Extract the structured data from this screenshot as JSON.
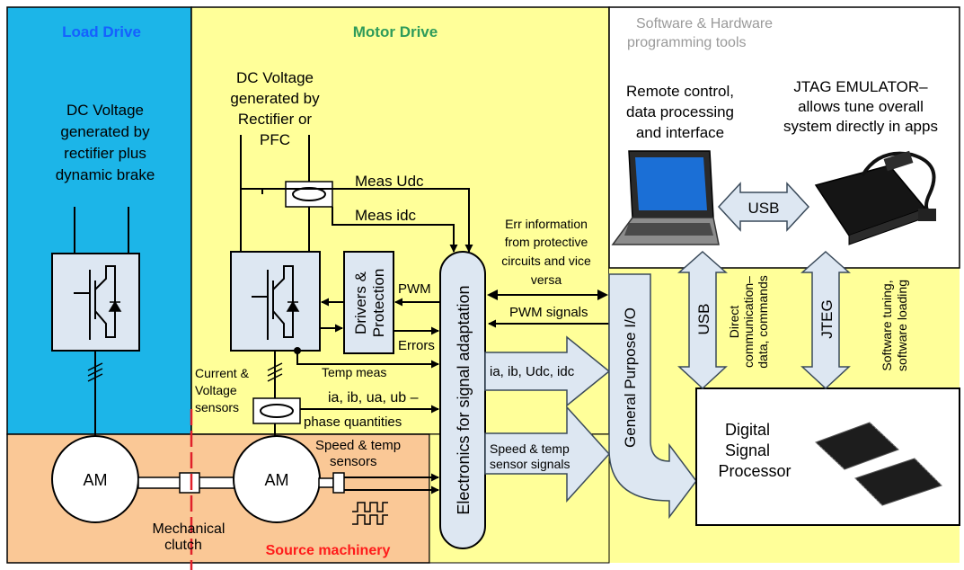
{
  "regions": {
    "load_drive_title": "Load Drive",
    "motor_drive_title": "Motor Drive",
    "tools_title_line1": "Software & Hardware",
    "tools_title_line2": "programming tools",
    "source_machinery_title": "Source machinery"
  },
  "load_side": {
    "dc_line1": "DC Voltage",
    "dc_line2": "generated by",
    "dc_line3": "rectifier plus",
    "dc_line4": "dynamic brake",
    "motor_label": "AM",
    "clutch_line1": "Mechanical",
    "clutch_line2": "clutch"
  },
  "motor_side": {
    "dc_line1": "DC Voltage",
    "dc_line2": "generated by",
    "dc_line3": "Rectifier or",
    "dc_line4": "PFC",
    "meas_udc": "Meas Udc",
    "meas_idc": "Meas idc",
    "drivers_line1": "Drivers &",
    "drivers_line2": "Protection",
    "pwm": "PWM",
    "errors": "Errors",
    "temp_meas": "Temp meas",
    "cv_sensors_line1": "Current &",
    "cv_sensors_line2": "Voltage",
    "cv_sensors_line3": "sensors",
    "phase_line1": "ia, ib, ua, ub –",
    "phase_line2": "phase quantities",
    "motor_label": "AM",
    "speed_line1": "Speed & temp",
    "speed_line2": "sensors"
  },
  "signal_adaptation": {
    "label": "Electronics for signal adaptation",
    "err_line1": "Err information",
    "err_line2": "from protective",
    "err_line3": "circuits and vice",
    "err_line4": "versa",
    "pwm_signals": "PWM signals",
    "currents": "ia, ib, Udc, idc",
    "speed_sig_line1": "Speed & temp",
    "speed_sig_line2": "sensor  signals"
  },
  "gpio": {
    "label": "General Purpose I/O"
  },
  "tools": {
    "remote_line1": "Remote control,",
    "remote_line2": "data processing",
    "remote_line3": "and interface",
    "jtag_line1": "JTAG EMULATOR–",
    "jtag_line2": "allows tune overall",
    "jtag_line3": "system directly in apps",
    "usb_h": "USB",
    "usb_v": "USB",
    "direct_line1": "Direct",
    "direct_line2": "communication–",
    "direct_line3": "data, commands",
    "jteg": "JTEG",
    "sw_line1": "Software tuning,",
    "sw_line2": "software loading"
  },
  "dsp": {
    "line1": "Digital",
    "line2": "Signal",
    "line3": "Processor"
  },
  "colors": {
    "load_bg": "#1cb5e8",
    "motor_bg": "#ffff99",
    "source_bg": "#fac896",
    "load_title": "#1560ff",
    "motor_title": "#2e9b5a",
    "source_title": "#ff1a1a",
    "arrow_fill": "#dde7f2",
    "arrow_stroke": "#3a4a5a"
  }
}
